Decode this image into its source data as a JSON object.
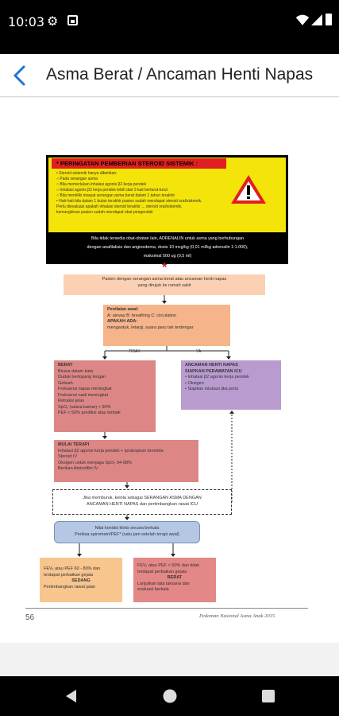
{
  "status_bar": {
    "time": "10:03",
    "icons": [
      "gear-icon",
      "image-icon",
      "wifi-icon",
      "cell-signal-icon",
      "battery-icon"
    ]
  },
  "app_bar": {
    "back_icon": "back-arrow-icon",
    "title": "Asma Berat / Ancaman Henti Napas"
  },
  "document": {
    "warning": {
      "heading": "* PERINGATAN PEMBERIAN STEROID SISTEMIK :",
      "lines": [
        "• Steroid sistemik hanya diberikan:",
        "   ○ Pada serangan asma",
        "   ○ Bila memerlukan inhalasi agonis β2 kerja pendek",
        "   ○ Inhalasi agonis β2 kerja pendek lebih dari 3 kali berturut-turut",
        "   ○ Bila memiliki riwayat serangan asma berat dalam 1 tahun terakhir",
        "• Hati-hati bila dalam 1 bulan terakhir pasien sudah mendapat steroid oral/sistemik.",
        "   Perlu dievaluasi apakah inhalasi steroid terakhir ... steroid oral/sistemik,",
        "   kemungkinan pasien sudah mendapat obat pengendali"
      ],
      "footer_lines": [
        "Bila tidak tersedia obat-obatan lain, ADRENALIN untuk asma yang berhubungan",
        "dengan anafilaksis dan angioedema, dosis 10 mcg/kg (0,01 ml/kg adrenalin 1:1.000),",
        "maksimal 500 ug (0,5 ml)"
      ],
      "icon": "warning-triangle-icon"
    },
    "asterisk": "*",
    "patient_box": [
      "Pasien dengan serangan asma berat atau ancaman henti napas",
      "yang dirujuk ke rumah sakit"
    ],
    "assessment_box": [
      "Penilaian awal:",
      "A: airway  B: breathing C: circulation",
      "APAKAH ADA:",
      "mengantuk, letargi, suara paru tak terdengar"
    ],
    "label_tidak": "TIDAK",
    "label_ya": "YA",
    "berat_box": [
      "BERAT",
      "Bicara dalam kata",
      "Duduk bertopang lengan",
      "Gelisah",
      "Frekuensi napas meningkat",
      "Frekuensi nadi meningkat",
      "Retraksi jelas",
      "SpO₂ (udara kamar) < 90%",
      "PEF < 50% prediksi atau terbaik"
    ],
    "ancaman_box": [
      "ANCAMAN HENTI NAPAS",
      "SIAPKAN PERAWATAN ICU",
      "• Inhalasi β2 agonis kerja pendek",
      "• Oksigen",
      "• Siapkan intubasi jika perlu"
    ],
    "terapi_box": [
      "MULAI TERAPI",
      "Inhalasi β2 agonis kerja pendek + ipratropium bromida",
      "Steroid IV",
      "Oksigen untuk menjaga SpO₂ 94-98%",
      "Berikan Aminofilin IV"
    ],
    "memburuk_box": [
      "Jika memburuk, kelola sebagai SERANGAN ASMA DENGAN",
      "ANCAMAN HENTI NAPAS dan pertimbangkan rawat ICU"
    ],
    "kondisi_box": [
      "Nilai kondisi klinis secara berkala",
      "Periksa spirometri/PEF* (satu jam setelah terapi awal)"
    ],
    "sedang_box": [
      "FEV₁ atau PEF 60 - 80% dan",
      "terdapat perbaikan gejala",
      "SEDANG",
      "Pertimbangkan rawat jalan"
    ],
    "berat2_box": [
      "FEV₁ atau PEF < 60% dan tidak",
      "terdapat perbaikan gejala",
      "BERAT",
      "Lanjutkan tata laksana dan",
      "evaluasi berkala"
    ],
    "page_number": "56",
    "page_footer": "Pedoman Nasional Asma Anak 2015"
  },
  "nav_bar": {
    "back_icon": "nav-back-icon",
    "home_icon": "nav-home-icon",
    "recents_icon": "nav-recents-icon"
  }
}
